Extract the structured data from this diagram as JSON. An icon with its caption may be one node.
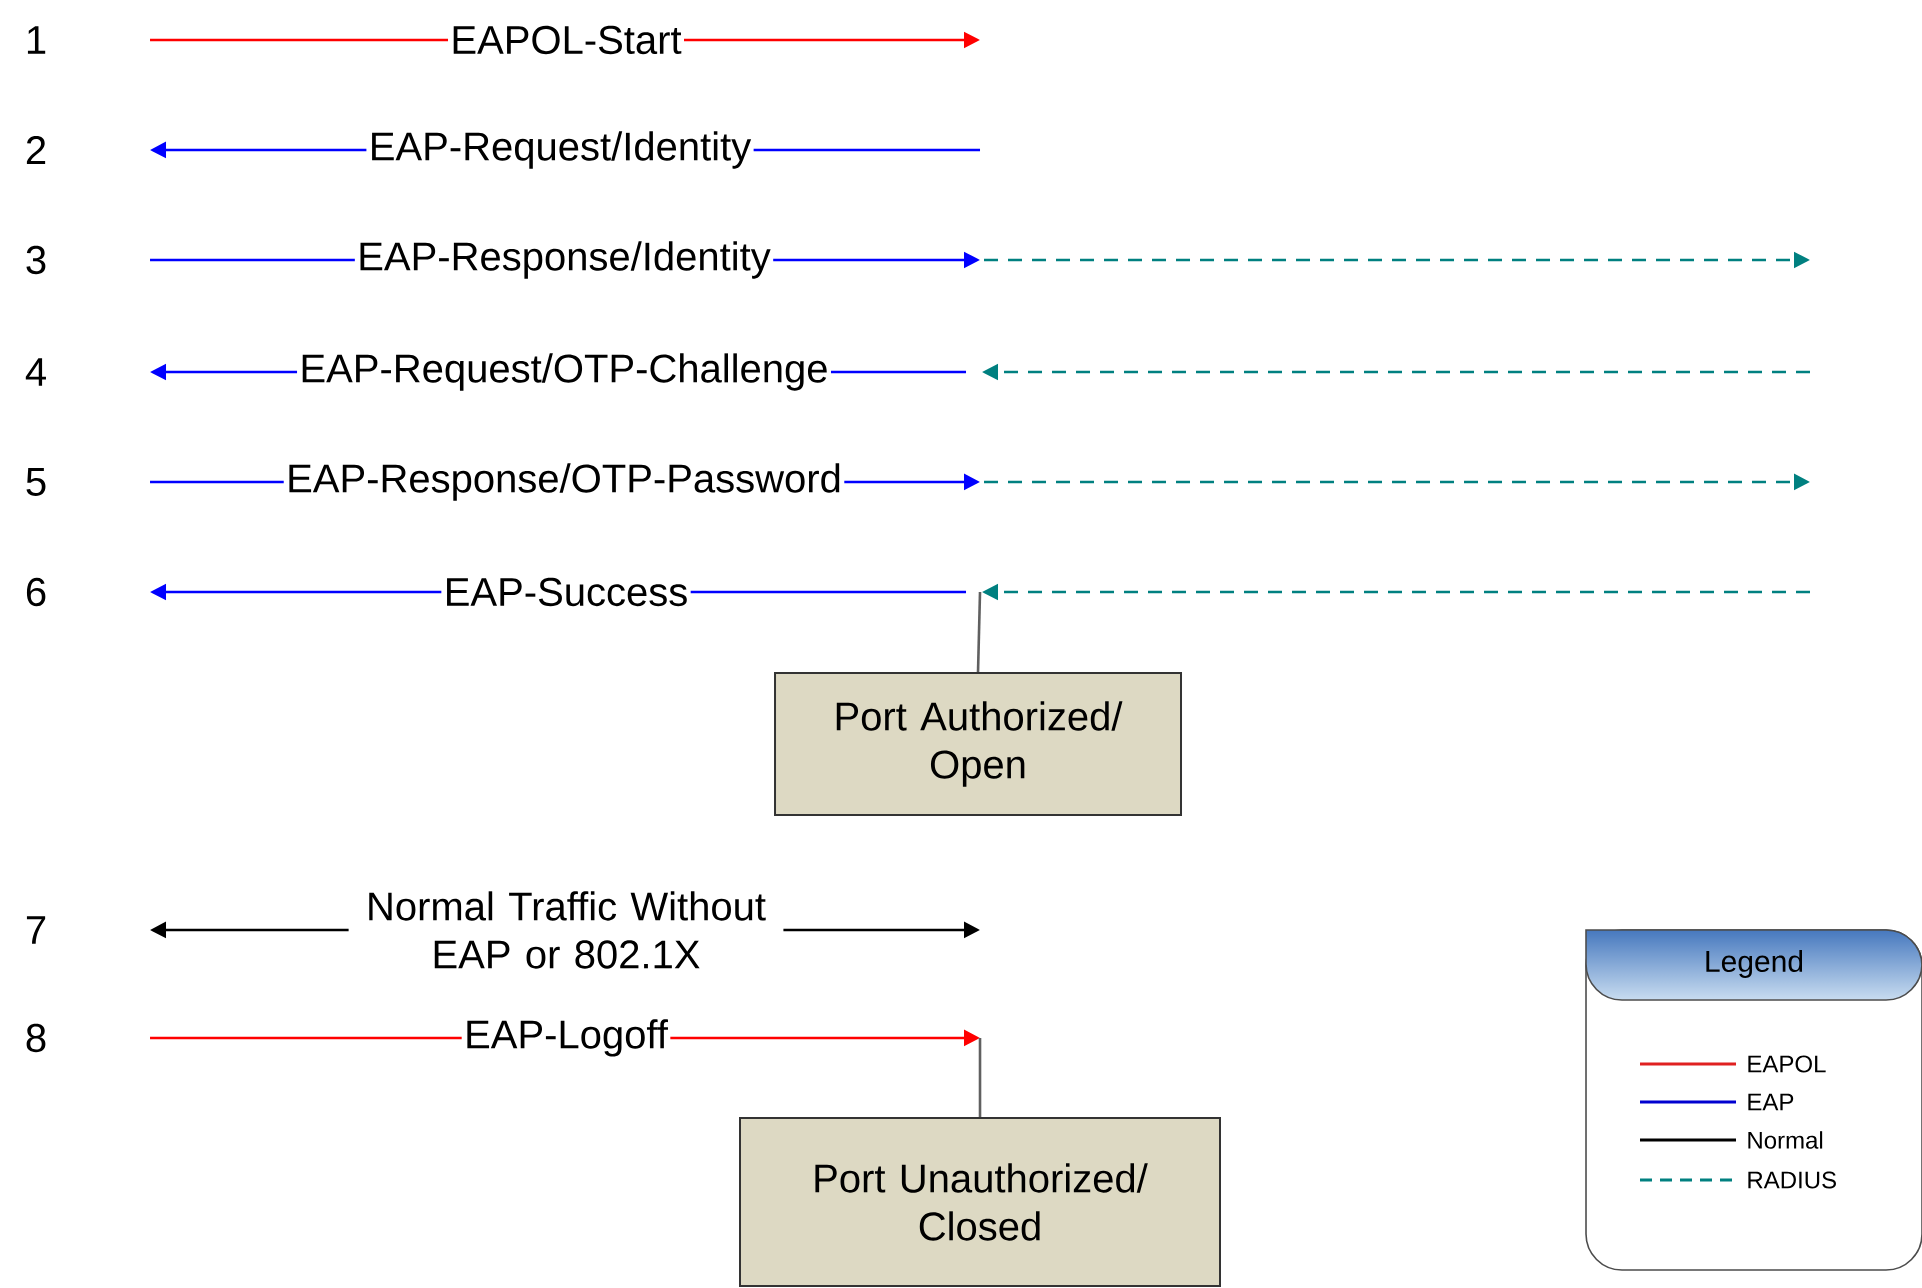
{
  "diagram": {
    "nodes": [
      {
        "text": [
          "EAPOL-Start"
        ]
      },
      {
        "text": [
          "EAP-Request/Identity"
        ]
      },
      {
        "text": [
          "EAP-Response/Identity"
        ]
      },
      {
        "text": [
          "EAP-Request/OTP-Challenge"
        ]
      },
      {
        "text": [
          "EAP-Response/OTP-Password"
        ]
      },
      {
        "text": [
          "EAP-Success"
        ]
      },
      {
        "text": [
          "Normal Traffic Without EAP or 802.1X"
        ]
      },
      {
        "text": [
          "EAP-Logoff"
        ]
      },
      {
        "text": [
          "Port Authorized/ Open"
        ]
      },
      {
        "text": [
          "Port Unauthorized/ Closed"
        ]
      }
    ],
    "edges": [
      {
        "from": null,
        "to": 0,
        "arrow": "none",
        "color": "#ff0000"
      },
      {
        "from": 0,
        "to": null,
        "arrow": "to",
        "color": "#ff0000"
      },
      {
        "from": 1,
        "to": null,
        "arrow": "to"
      },
      {
        "from": null,
        "to": 1,
        "arrow": "none"
      },
      {
        "from": null,
        "to": 2,
        "arrow": "none"
      },
      {
        "from": 2,
        "to": null,
        "arrow": "to"
      },
      {
        "from": 3,
        "to": null,
        "arrow": "to"
      },
      {
        "from": null,
        "to": 3,
        "arrow": "none"
      },
      {
        "from": null,
        "to": 4,
        "arrow": "none"
      },
      {
        "from": 4,
        "to": null,
        "arrow": "to"
      },
      {
        "from": 5,
        "to": null,
        "arrow": "to"
      },
      {
        "from": null,
        "to": 5,
        "arrow": "none"
      },
      {
        "from": 6,
        "to": null,
        "arrow": "to",
        "color": "#000000"
      },
      {
        "from": 6,
        "to": null,
        "arrow": "to",
        "color": "#000000"
      },
      {
        "from": null,
        "to": 7,
        "arrow": "none",
        "color": "#ff0000"
      },
      {
        "from": 7,
        "to": null,
        "arrow": "to",
        "color": "#ff0000"
      },
      {
        "from": null,
        "to": 8,
        "arrow": "none",
        "color": "#606060"
      },
      {
        "from": null,
        "to": 9,
        "arrow": "none",
        "color": "#606060"
      }
    ],
    "labels": [
      "1",
      "2",
      "3",
      "4",
      "5",
      "6",
      "7",
      "8",
      "Legend"
    ],
    "legend": [
      {
        "text": "EAPOL"
      },
      {
        "text": "EAP"
      },
      {
        "text": "Normal"
      },
      {
        "text": "RADIUS"
      }
    ]
  }
}
